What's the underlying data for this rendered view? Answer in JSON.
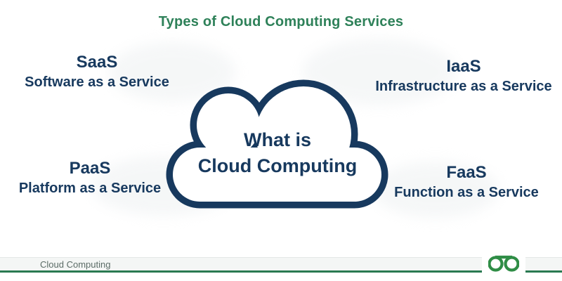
{
  "title": "Types of Cloud Computing Services",
  "cloud": {
    "line1": "What is",
    "line2": "Cloud Computing"
  },
  "services": [
    {
      "abbr": "SaaS",
      "full": "Software as a Service",
      "position": "top-left"
    },
    {
      "abbr": "IaaS",
      "full": "Infrastructure as a Service",
      "position": "top-right"
    },
    {
      "abbr": "PaaS",
      "full": "Platform as a Service",
      "position": "bottom-left"
    },
    {
      "abbr": "FaaS",
      "full": "Function as a Service",
      "position": "bottom-right"
    }
  ],
  "footer": {
    "label": "Cloud Computing",
    "logo_icon": "geeksforgeeks-logo"
  },
  "colors": {
    "title_green": "#2e8159",
    "navy": "#17395e",
    "footer_text_gray": "#5c6c67",
    "footer_strip_bg": "#f4f6f5",
    "footer_line_green": "#2a7a52",
    "logo_green": "#2f8d46"
  }
}
